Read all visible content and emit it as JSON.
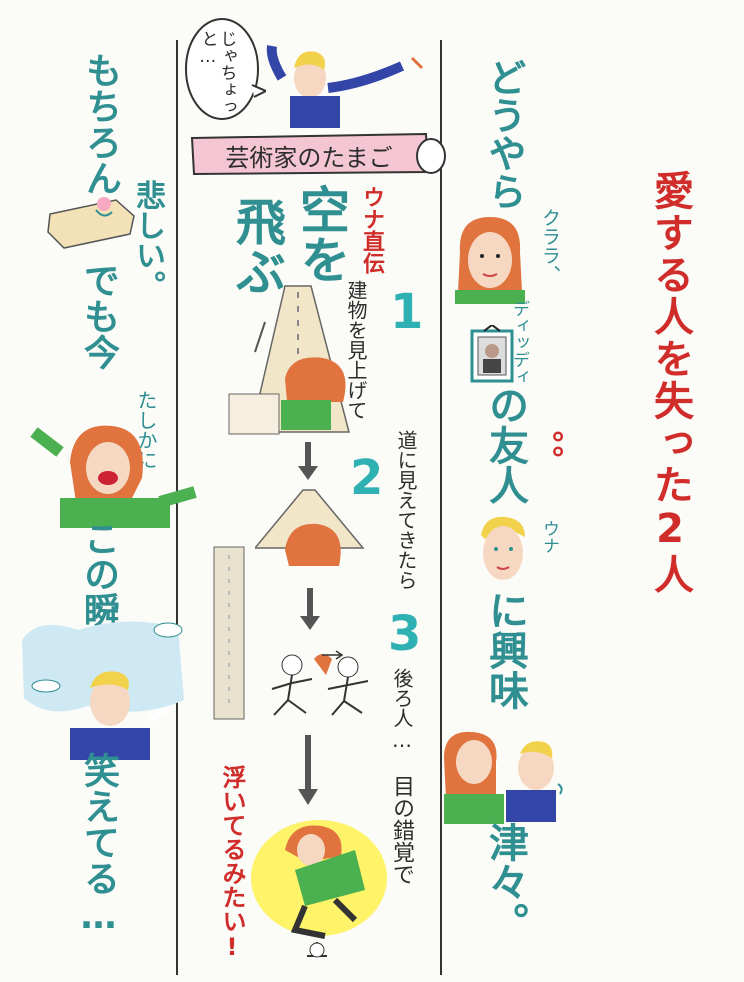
{
  "right_column": {
    "title": "愛する人を失った2人",
    "douyara": "どうやら",
    "clara": "クララ、",
    "diddy": "ディッディ",
    "no_yujin": "の友人",
    "dots": "。。",
    "una_label": "ウナ",
    "ni_kyoumi": "に興味",
    "shinshin": "津々。"
  },
  "center_column": {
    "bubble": "じゃちょっと…",
    "ribbon": "芸術家のたまご",
    "title_sora": "空を",
    "title_tobu": "飛ぶ",
    "una_chokuden": "ウナ直伝",
    "steps": [
      {
        "num": "1",
        "text": "建物を見上げて"
      },
      {
        "num": "2",
        "text": "道に見えてきたら"
      },
      {
        "num": "3",
        "text": "後ろ人…"
      }
    ],
    "illusion": "目の錯覚で",
    "floating": "浮いてるみたい!"
  },
  "left_column": {
    "mochiron": "もちろん",
    "kanashii": "悲しい。",
    "demo_ima": "でも今",
    "tashika_ni": "たしかに",
    "kono_shunkan": "この瞬間",
    "waraeteru": "笑えてる…"
  },
  "colors": {
    "teal": "#2f8f91",
    "red": "#d02d2a",
    "hair": "#e0733e",
    "green": "#4bb04f",
    "ribbon": "#f4c6d3",
    "sky": "#cfe9f4",
    "yellow": "#fff36a"
  }
}
